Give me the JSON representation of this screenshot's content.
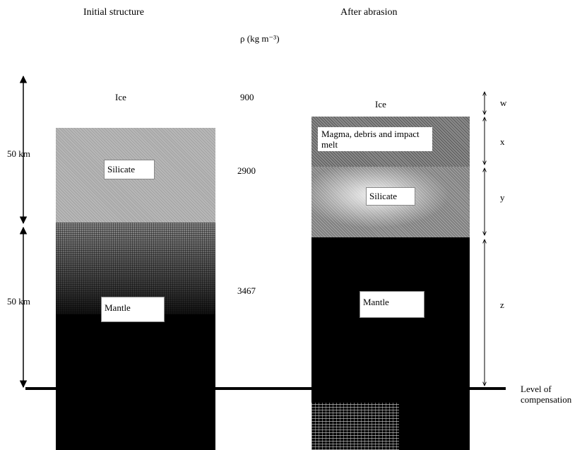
{
  "headers": {
    "left": "Initial structure",
    "right": "After abrasion"
  },
  "density_header": "ρ (kg m⁻³)",
  "densities": {
    "ice": "900",
    "silicate": "2900",
    "mantle": "3467"
  },
  "left_column": {
    "ice": "Ice",
    "silicate": "Silicate",
    "mantle": "Mantle"
  },
  "right_column": {
    "ice": "Ice",
    "magma": "Magma, debris and impact melt",
    "silicate": "Silicate",
    "mantle": "Mantle"
  },
  "thickness_labels": {
    "upper": "50 km",
    "lower": "50 km"
  },
  "layer_symbols": {
    "w": "w",
    "x": "x",
    "y": "y",
    "z": "z"
  },
  "compensation_label": "Level of compensation"
}
